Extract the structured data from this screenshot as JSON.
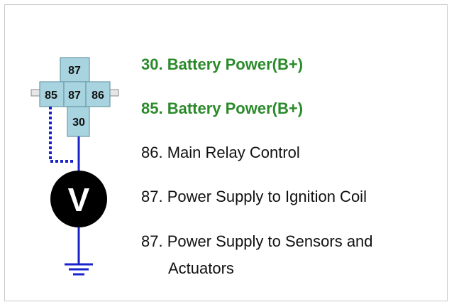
{
  "diagram": {
    "pins": {
      "top": "87",
      "left": "85",
      "center": "87",
      "right": "86",
      "bottom": "30"
    },
    "meter_symbol": "V",
    "colors": {
      "relay_fill": "#a8d4e0",
      "relay_stroke": "#6a9aa8",
      "wire": "#1a22cc",
      "meter": "#000000",
      "highlight_text": "#2a8a2a"
    }
  },
  "legend": {
    "items": [
      {
        "text": "30. Battery Power(B+)",
        "highlight": true
      },
      {
        "text": "85. Battery Power(B+)",
        "highlight": true
      },
      {
        "text": "86. Main Relay Control",
        "highlight": false
      },
      {
        "text": "87. Power Supply to Ignition Coil",
        "highlight": false
      },
      {
        "text": "87. Power Supply to Sensors and",
        "continuation": "Actuators",
        "highlight": false
      }
    ]
  }
}
